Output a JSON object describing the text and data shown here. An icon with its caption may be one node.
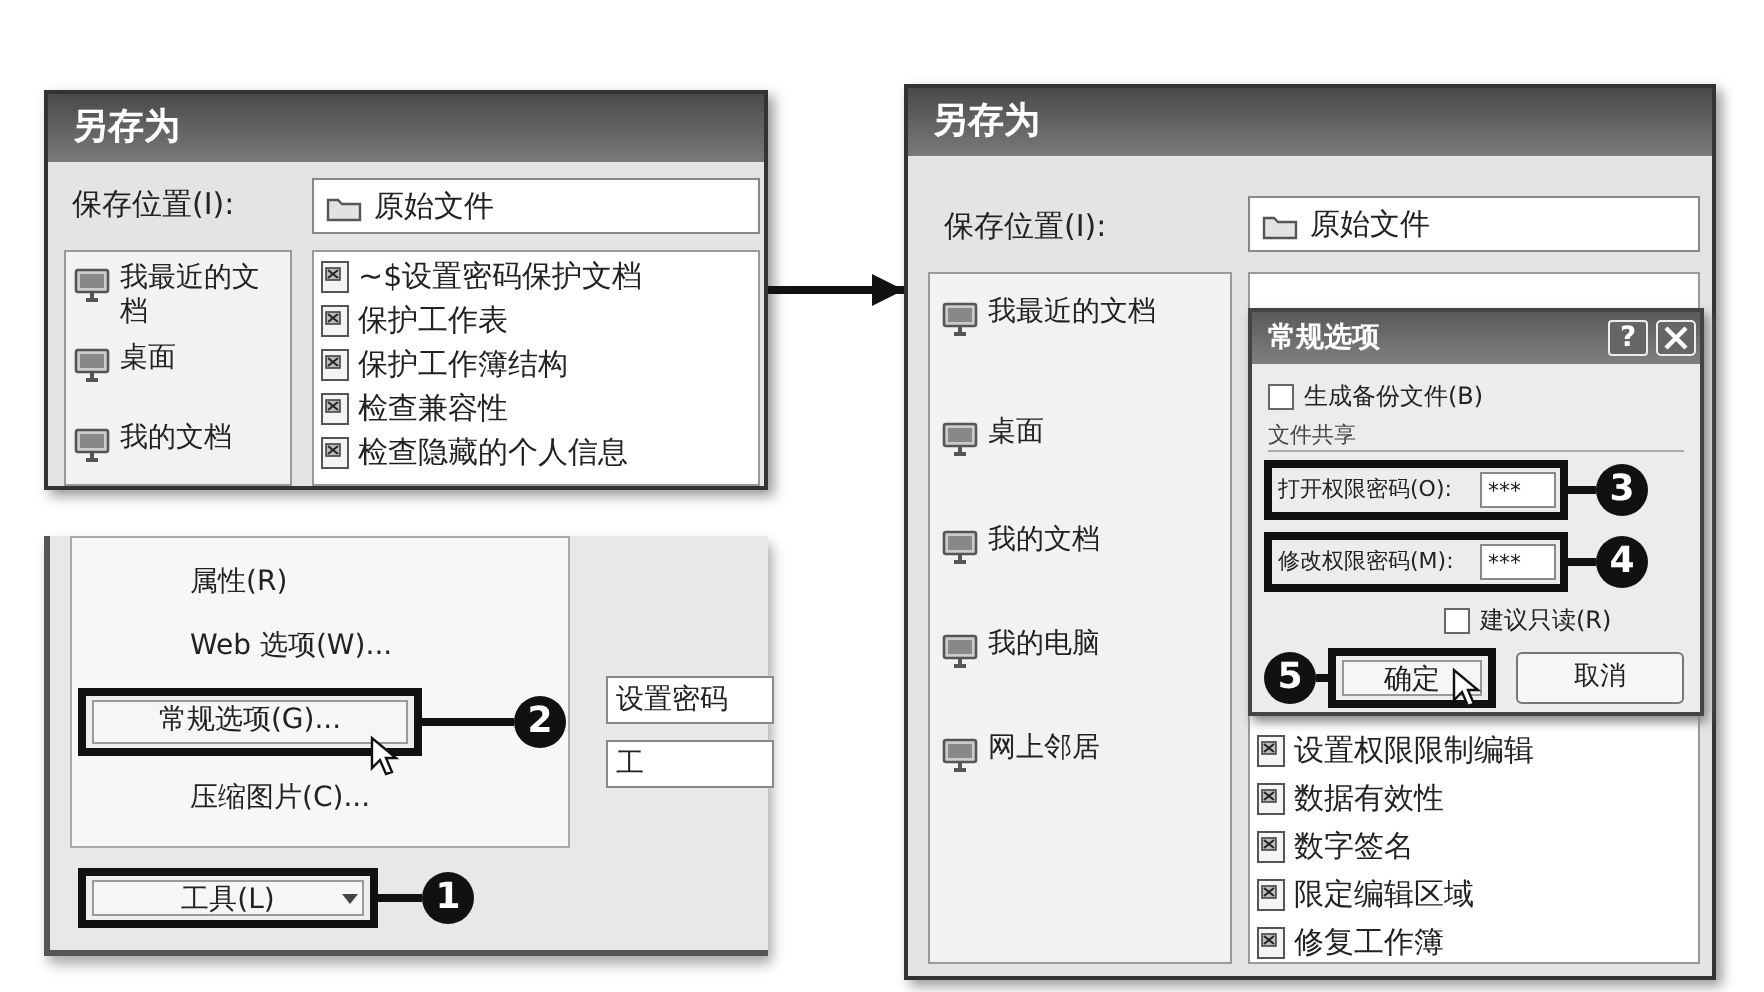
{
  "diagram": {
    "nodes": [
      {
        "text": [
          "另存为"
        ]
      },
      {
        "text": [],
        "shape": "box"
      },
      {
        "text": [
          "常规选项(G)..."
        ],
        "in": 1
      },
      {
        "text": [
          "2"
        ],
        "in": 1
      },
      {
        "text": [
          "工具(L)"
        ],
        "in": 1
      },
      {
        "text": [
          "1"
        ],
        "in": 1
      },
      {
        "text": [
          "另存为"
        ]
      },
      {
        "text": [
          "常规选项"
        ],
        "in": 6
      },
      {
        "text": [
          "打开权限密码(O):",
          "***"
        ],
        "in": 7
      },
      {
        "text": [
          "3"
        ],
        "in": 7
      },
      {
        "text": [
          "修改权限密码(M):",
          "***"
        ],
        "in": 7
      },
      {
        "text": [
          "4"
        ],
        "in": 7
      },
      {
        "text": [
          "确定"
        ],
        "in": 7
      },
      {
        "text": [
          "5"
        ],
        "in": 7
      }
    ],
    "edges": [
      {
        "from": 0,
        "to": 6,
        "arrow": "to"
      },
      {
        "from": 3,
        "to": 2,
        "arrow": "none"
      },
      {
        "from": 5,
        "to": 4,
        "arrow": "none"
      },
      {
        "from": 9,
        "to": 8,
        "arrow": "none"
      },
      {
        "from": 11,
        "to": 10,
        "arrow": "none"
      },
      {
        "from": 13,
        "to": 12,
        "arrow": "none"
      }
    ],
    "labels": [
      "保存位置(I):",
      "原始文件",
      "我最近的文档",
      "~$设置密码保护文档",
      "桌面",
      "保护工作表",
      "保护工作簿结构",
      "检查兼容性",
      "我的文档",
      "检查隐藏的个人信息",
      "属性(R)",
      "Web 选项(W)...",
      "设置密码",
      "工",
      "压缩图片(C)...",
      "保存位置(I):",
      "原始文件",
      "我最近的文档",
      "桌面",
      "我的文档",
      "我的电脑",
      "网上邻居",
      "?",
      "生成备份文件(B)",
      "文件共享",
      "建议只读(R)",
      "取消",
      "设置权限限制编辑",
      "数据有效性",
      "数字签名",
      "限定编辑区域",
      "修复工作簿"
    ]
  }
}
